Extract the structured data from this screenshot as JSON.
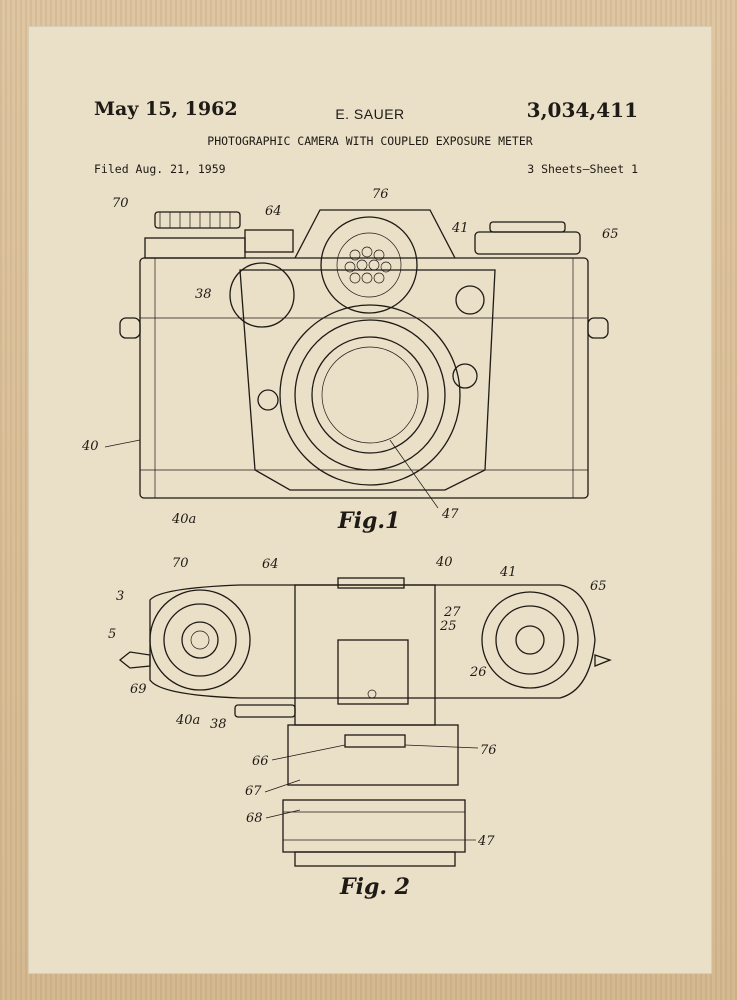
{
  "header": {
    "date": "May 15, 1962",
    "inventor": "E. SAUER",
    "patent_number": "3,034,411",
    "title": "PHOTOGRAPHIC CAMERA WITH COUPLED EXPOSURE METER",
    "filed": "Filed Aug. 21, 1959",
    "sheets": "3 Sheets–Sheet 1"
  },
  "figures": {
    "fig1": {
      "label": "Fig.1",
      "refs": [
        "70",
        "64",
        "76",
        "41",
        "65",
        "38",
        "40",
        "40a",
        "47"
      ]
    },
    "fig2": {
      "label": "Fig. 2",
      "refs": [
        "70",
        "64",
        "40",
        "41",
        "65",
        "3",
        "5",
        "27",
        "25",
        "26",
        "69",
        "40a",
        "38",
        "66",
        "76",
        "67",
        "68",
        "47"
      ]
    }
  },
  "colors": {
    "ink": "#1e1a15",
    "paper": "#eadfc7",
    "frame": "#d9bf98"
  }
}
